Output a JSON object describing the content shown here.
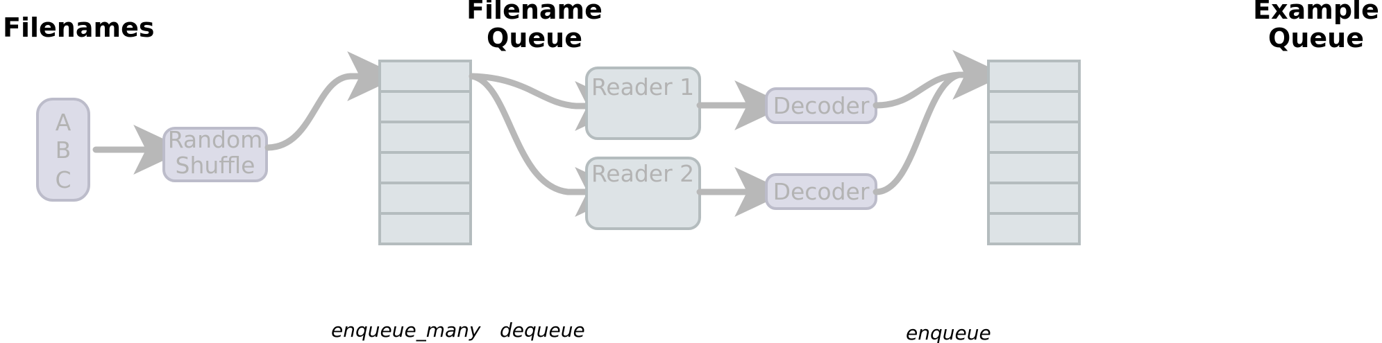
{
  "diagram": {
    "title": "TensorFlow input pipeline",
    "background_color": "#ffffff",
    "palette": {
      "lavender_fill": "#dcdce8",
      "lavender_border": "#bcbcca",
      "bluegray_fill": "#dde3e6",
      "bluegray_border": "#b4bcbe",
      "arrow_gray": "#b8b8b8",
      "node_text_gray": "#b3b3b3",
      "header_black": "#000000"
    }
  },
  "headers": {
    "filenames": "Filenames",
    "filename_queue_line1": "Filename",
    "filename_queue_line2": "Queue",
    "example_queue_line1": "Example",
    "example_queue_line2": "Queue"
  },
  "nodes": {
    "filenames_list": {
      "items": [
        "A",
        "B",
        "C"
      ]
    },
    "random_shuffle": {
      "line1": "Random",
      "line2": "Shuffle"
    },
    "reader1": {
      "label": "Reader 1"
    },
    "reader2": {
      "label": "Reader 2"
    },
    "decoder1": {
      "label": "Decoder"
    },
    "decoder2": {
      "label": "Decoder"
    }
  },
  "queues": {
    "filename_queue": {
      "cells": 6
    },
    "example_queue": {
      "cells": 6
    }
  },
  "op_labels": {
    "enqueue_many": "enqueue_many",
    "dequeue": "dequeue",
    "enqueue": "enqueue"
  }
}
